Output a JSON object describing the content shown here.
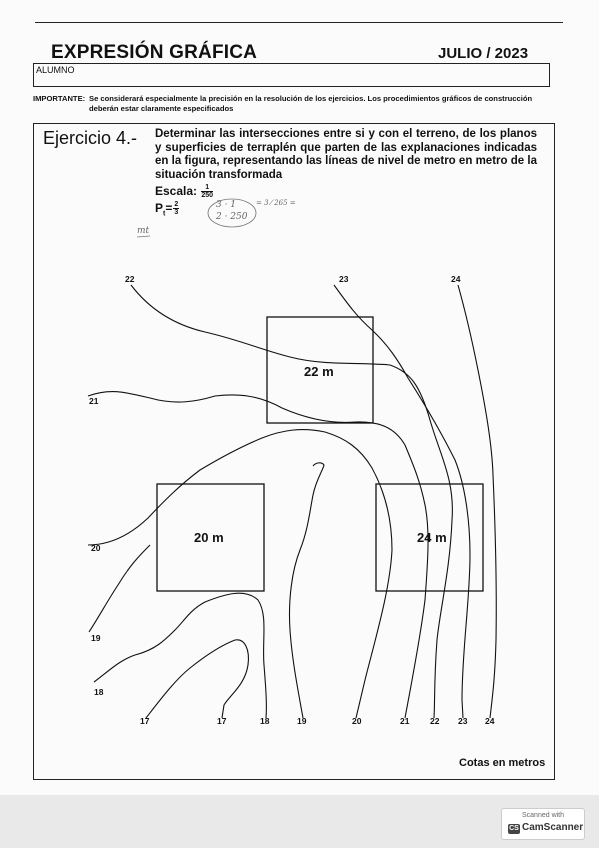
{
  "header": {
    "title": "EXPRESIÓN GRÁFICA",
    "date": "JULIO / 2023",
    "student_label": "ALUMNO"
  },
  "notice": {
    "label": "IMPORTANTE:",
    "text": "Se considerará especialmente la precisión en la resolución de los ejercicios. Los procedimientos gráficos de construcción deberán estar claramente especificados"
  },
  "exercise": {
    "title": "Ejercicio 4.-",
    "statement": "Determinar las intersecciones entre si y con el terreno, de los planos y superficies de terraplén que parten de las explanaciones indicadas en la figura, representando las líneas de nivel de metro en metro de la situación transformada",
    "scale_label": "Escala:",
    "scale_num": "1",
    "scale_den": "250",
    "slope_label": "P",
    "slope_sub": "t",
    "slope_eq": "=",
    "slope_num": "2",
    "slope_den": "3"
  },
  "handwritten": {
    "note1": "3 · 1",
    "note2": "2 · 250",
    "note3": "= 3 ⁄ 265 =",
    "note4": "mt"
  },
  "platforms": [
    {
      "label": "22 m"
    },
    {
      "label": "20 m"
    },
    {
      "label": "24 m"
    }
  ],
  "contours": {
    "top": [
      "22",
      "23",
      "24"
    ],
    "left": [
      "21",
      "20",
      "19",
      "18"
    ],
    "bottom": [
      "17",
      "17",
      "18",
      "19",
      "20",
      "21",
      "22",
      "23",
      "24"
    ]
  },
  "footer": "Cotas en metros",
  "scanner": {
    "line1": "Scanned with",
    "line2": "CamScanner",
    "logo": "CS"
  }
}
